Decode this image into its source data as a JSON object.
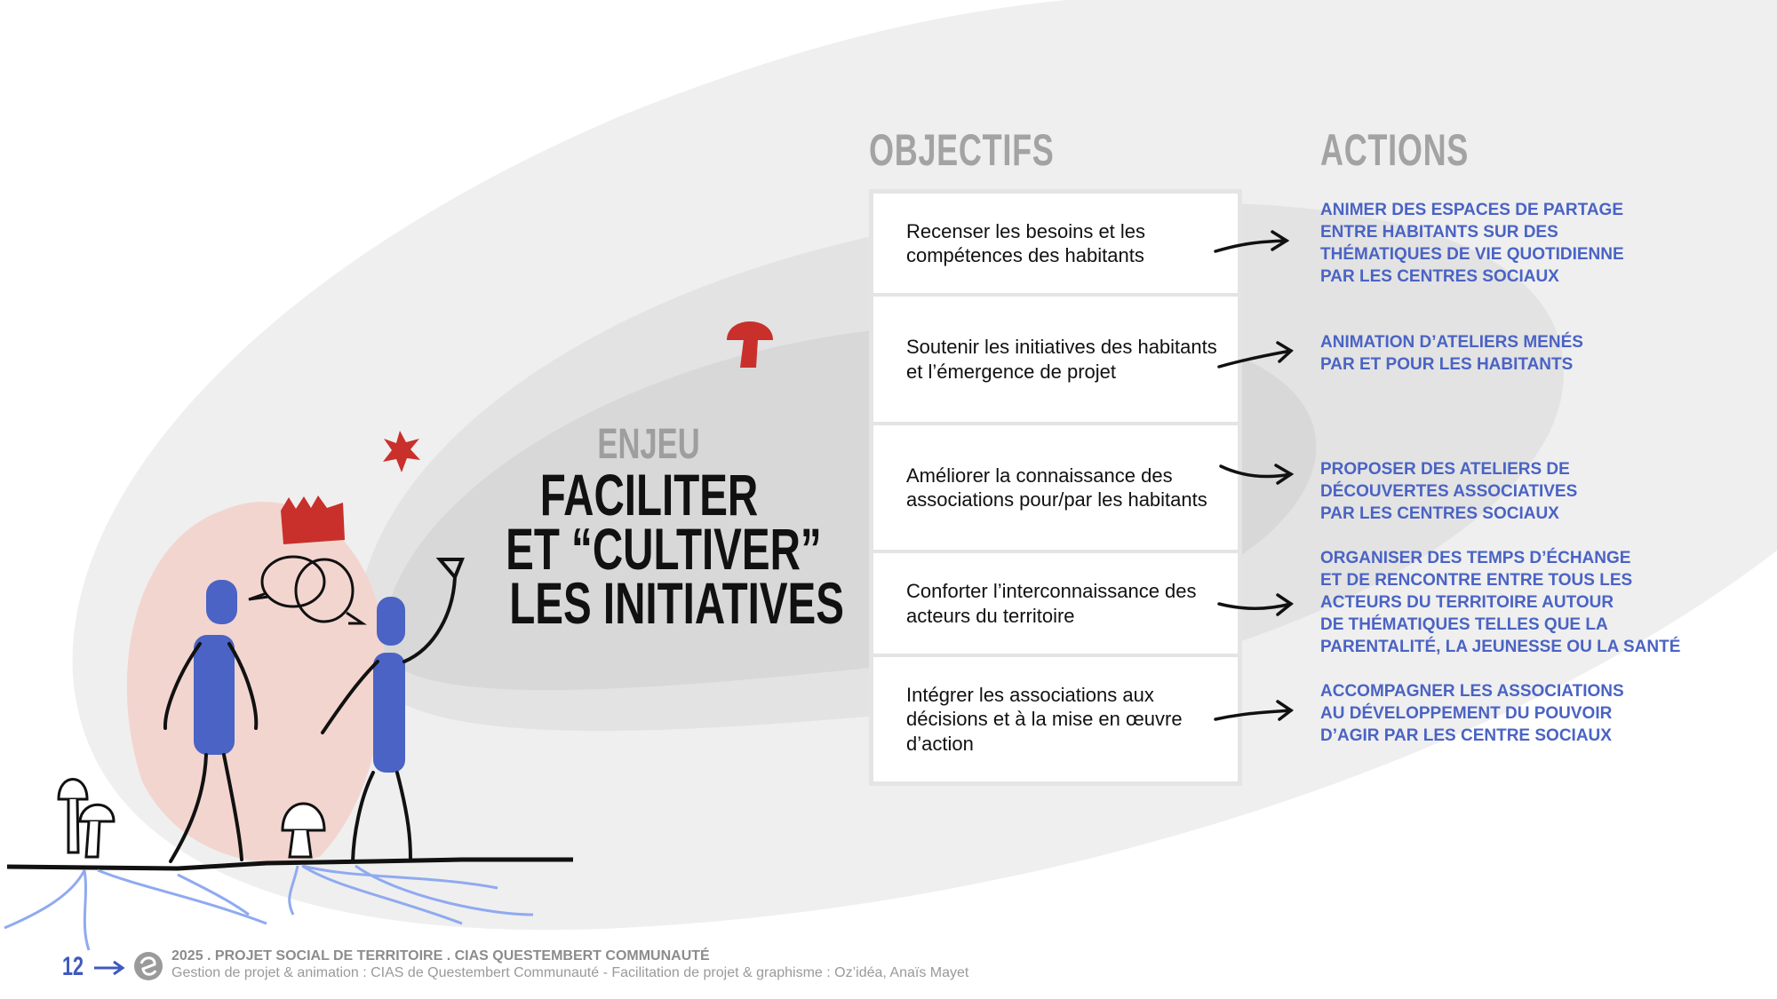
{
  "headings": {
    "objectifs": "OBJECTIFS",
    "actions": "ACTIONS"
  },
  "enjeu": {
    "label": "ENJEU",
    "title_lines": [
      "FACILITER",
      "ET “CULTIVER”",
      "LES INITIATIVES"
    ]
  },
  "objectifs": [
    "Recenser les besoins et les compétences des habitants",
    "Soutenir les initiatives des habitants et l’émergence de projet",
    "Améliorer la connaissance des associations pour/par les habitants",
    "Conforter l’interconnaissance des acteurs du territoire",
    "Intégrer les associations aux décisions et à la mise en œuvre d’action"
  ],
  "actions": [
    [
      "ANIMER DES ESPACES DE PARTAGE",
      "ENTRE HABITANTS SUR DES",
      "THÉMATIQUES DE VIE QUOTIDIENNE",
      "PAR LES CENTRES SOCIAUX"
    ],
    [
      "ANIMATION D’ATELIERS MENÉS",
      "PAR ET POUR LES HABITANTS"
    ],
    [
      "PROPOSER DES ATELIERS DE",
      "DÉCOUVERTES ASSOCIATIVES",
      "PAR LES CENTRES SOCIAUX"
    ],
    [
      "ORGANISER DES TEMPS D’ÉCHANGE",
      "ET DE RENCONTRE ENTRE TOUS LES",
      "ACTEURS DU TERRITOIRE AUTOUR",
      "DE THÉMATIQUES TELLES QUE LA",
      "PARENTALITÉ, LA JEUNESSE OU LA SANTÉ"
    ],
    [
      "ACCOMPAGNER LES ASSOCIATIONS",
      "AU DÉVELOPPEMENT DU POUVOIR",
      "D’AGIR PAR LES CENTRE SOCIAUX"
    ]
  ],
  "footer": {
    "page_number": "12",
    "line1": "2025 . PROJET SOCIAL DE TERRITOIRE . CIAS QUESTEMBERT COMMUNAUTÉ",
    "line2": "Gestion de projet & animation : CIAS de Questembert Communauté - Facilitation de projet & graphisme : Oz’idéa, Anaïs Mayet"
  },
  "colors": {
    "accent_blue": "#4a63c4",
    "red": "#c9302c",
    "pink": "#f3d5cf",
    "root_blue": "#8faaf0"
  }
}
